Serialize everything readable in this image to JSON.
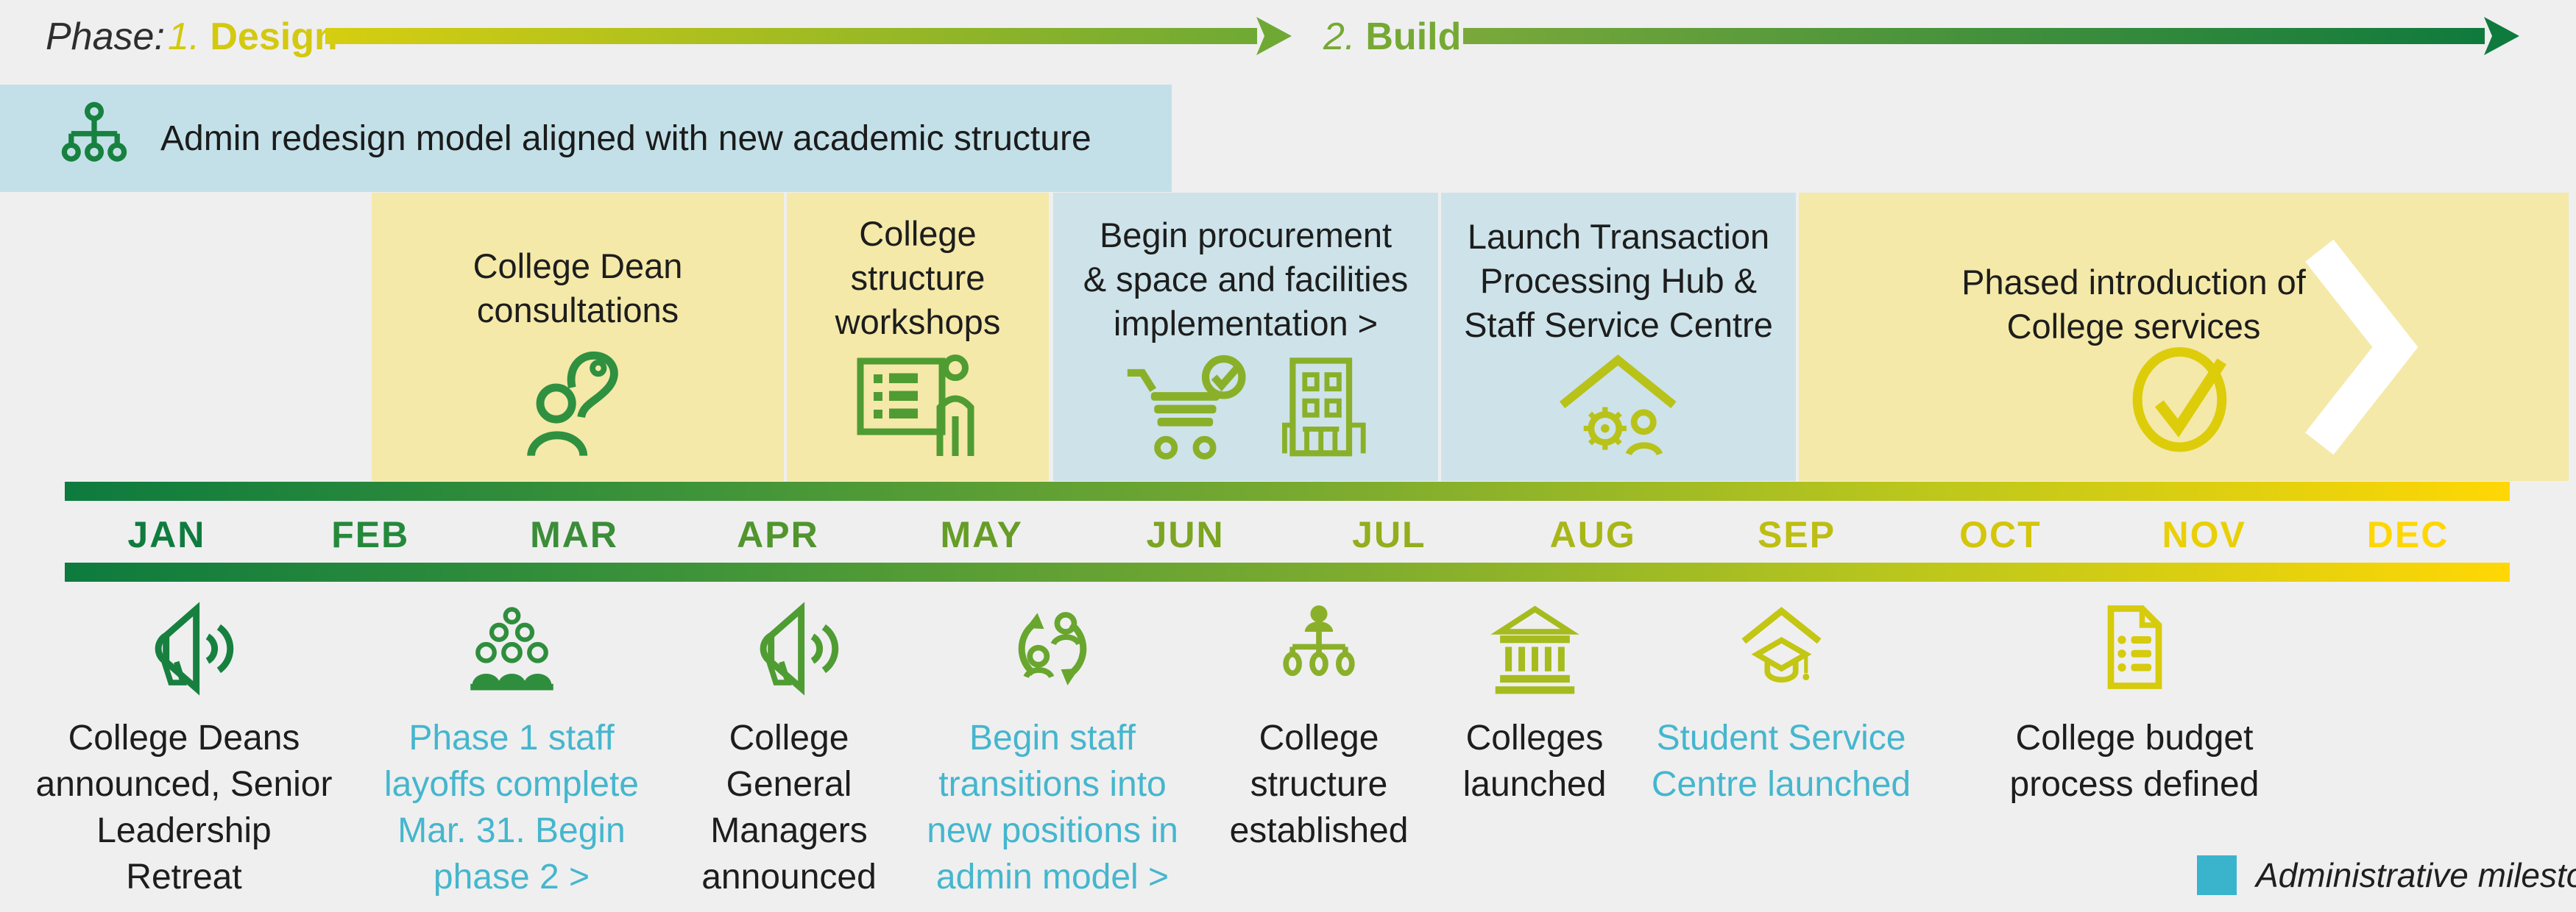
{
  "page": {
    "background": "#efeff0"
  },
  "phase_bar": {
    "prefix_label": "Phase:",
    "phase1_number": "1.",
    "phase1_name": "Design",
    "phase1_color": "#d3c90f",
    "phase2_number": "2.",
    "phase2_name": "Build",
    "phase2_color": "#76a933"
  },
  "banner": {
    "label": "Admin redesign model aligned with new academic structure",
    "icon": "org-chart-icon",
    "background": "#c3e0e8",
    "icon_color": "#17813f"
  },
  "activity_boxes": [
    {
      "title": "College Dean\nconsultations",
      "background": "#f4e9a8",
      "icons": [
        "consultation-people-icon"
      ],
      "icon_color": "#2f9040"
    },
    {
      "title": "College\nstructure\nworkshops",
      "background": "#f4e9a8",
      "icons": [
        "presentation-workshop-icon"
      ],
      "icon_color": "#4f9c33"
    },
    {
      "title": "Begin procurement\n& space and facilities\nimplementation >",
      "background": "#cde3e9",
      "icons": [
        "shopping-cart-check-icon",
        "building-icon"
      ],
      "icon_color": "#8ab02a"
    },
    {
      "title": "Launch Transaction\nProcessing Hub &\nStaff Service Centre",
      "background": "#cde3e9",
      "icons": [
        "service-hub-icon"
      ],
      "icon_color": "#b8c219"
    },
    {
      "title": "Phased introduction of\nCollege services",
      "background": "#f4e9a8",
      "icons": [
        "check-circle-icon",
        "chevron-right-icon"
      ],
      "icon_color": "#ddcc0a"
    }
  ],
  "timeline": {
    "months": [
      "JAN",
      "FEB",
      "MAR",
      "APR",
      "MAY",
      "JUN",
      "JUL",
      "AUG",
      "SEP",
      "OCT",
      "NOV",
      "DEC"
    ],
    "gradient_start": "#0d7b3e",
    "gradient_end": "#ffd704"
  },
  "milestones": [
    {
      "text": "College Deans\nannounced, Senior\nLeadership\nRetreat",
      "icon": "megaphone-icon",
      "icon_color": "#17803f",
      "text_color": "#1d1d1d"
    },
    {
      "text": "Phase 1 staff\nlayoffs complete\nMar. 31. Begin\nphase 2 >",
      "icon": "staff-group-icon",
      "icon_color": "#2f8e3d",
      "text_color": "#45b6cd"
    },
    {
      "text": "College\nGeneral\nManagers\nannounced",
      "icon": "megaphone-icon",
      "icon_color": "#4f9c33",
      "text_color": "#1d1d1d"
    },
    {
      "text": "Begin staff\ntransitions into\nnew positions in\nadmin model >",
      "icon": "staff-transition-icon",
      "icon_color": "#68a62e",
      "text_color": "#45b6cd"
    },
    {
      "text": "College\nstructure\nestablished",
      "icon": "org-structure-icon",
      "icon_color": "#8ab02a",
      "text_color": "#1d1d1d"
    },
    {
      "text": "Colleges\nlaunched",
      "icon": "bank-icon",
      "icon_color": "#a6bb1e",
      "text_color": "#1d1d1d"
    },
    {
      "text": "Student Service\nCentre launched",
      "icon": "graduation-cap-icon",
      "icon_color": "#c3c613",
      "text_color": "#45b6cd"
    },
    {
      "text": "College budget\nprocess defined",
      "icon": "document-list-icon",
      "icon_color": "#d6cb0c",
      "text_color": "#1d1d1d"
    }
  ],
  "legend": {
    "swatch_color": "#3ab4cd",
    "label": "Administrative milestones"
  }
}
